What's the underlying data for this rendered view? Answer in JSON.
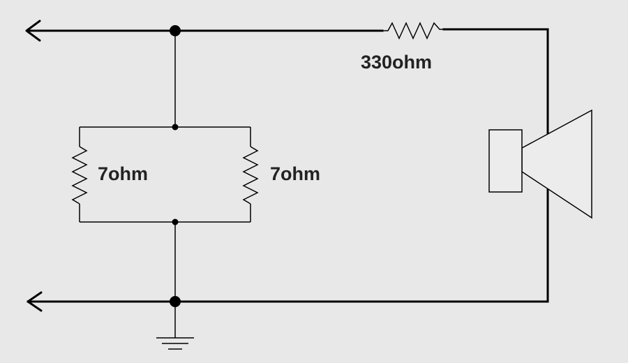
{
  "labels": {
    "series_resistor": "330ohm",
    "left_resistor": "7ohm",
    "right_resistor": "7ohm"
  },
  "colors": {
    "background": "#e8e8e8",
    "line": "#000000",
    "text": "#222222"
  },
  "icons": {
    "top_terminal": "arrow-left-icon",
    "bottom_terminal": "arrow-left-icon",
    "ground": "ground-icon",
    "speaker": "speaker-icon"
  }
}
